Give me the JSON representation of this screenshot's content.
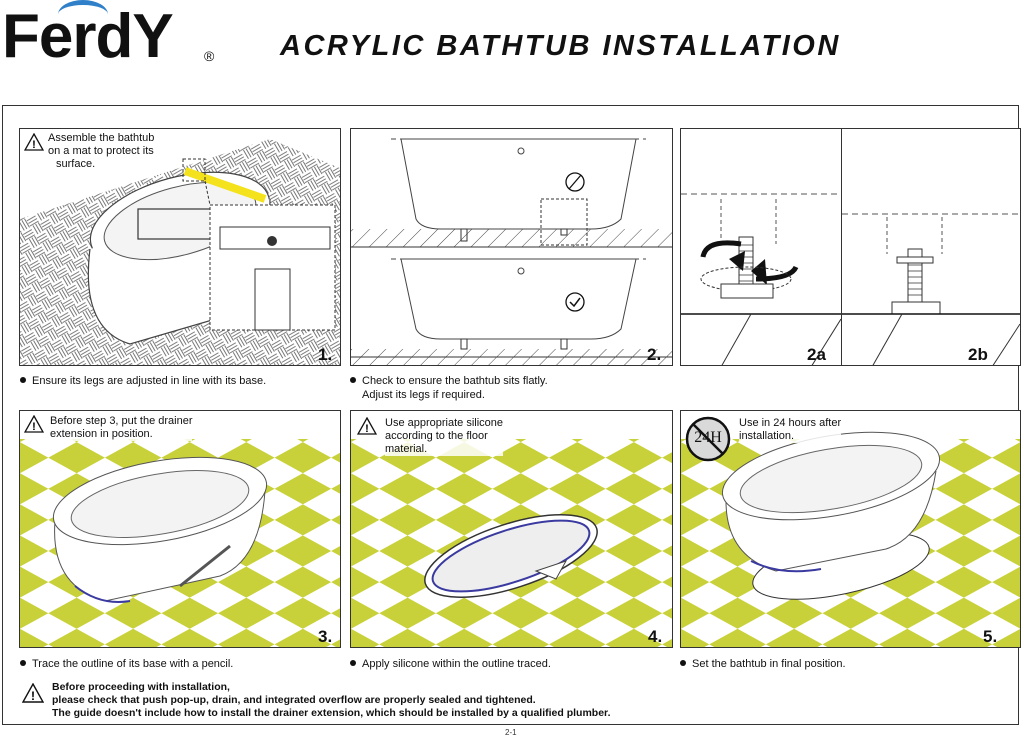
{
  "header": {
    "brand": "FerdY",
    "registered": "®",
    "title": "ACRYLIC BATHTUB INSTALLATION"
  },
  "steps": {
    "s1": {
      "number": "1.",
      "note": [
        "Assemble the bathtub",
        "on a mat to protect its",
        "surface."
      ],
      "caption": "Ensure its legs are adjusted in line with its base."
    },
    "s2": {
      "number": "2.",
      "caption": [
        "Check to ensure the bathtub sits flatly.",
        "Adjust its legs if required."
      ]
    },
    "s2a": {
      "number": "2a"
    },
    "s2b": {
      "number": "2b"
    },
    "s3": {
      "number": "3.",
      "note": [
        "Before step 3, put the drainer",
        "extension in position."
      ],
      "caption": "Trace the outline of its base with a pencil."
    },
    "s4": {
      "number": "4.",
      "note": [
        "Use appropriate silicone",
        "according to the floor",
        "material."
      ],
      "caption": "Apply silicone within the outline traced."
    },
    "s5": {
      "number": "5.",
      "note": [
        "Use in 24 hours after",
        "installation."
      ],
      "badge": "24H",
      "caption": "Set the bathtub in final position."
    }
  },
  "footer": {
    "lines": [
      "Before proceeding with installation,",
      "please check that push pop-up, drain, and integrated overflow are properly sealed and tightened.",
      "The guide doesn't include how to install the drainer extension, which should be installed by a qualified plumber."
    ],
    "page": "2-1"
  },
  "colors": {
    "tile": "#c9d13a",
    "accent": "#f4e21c",
    "logo_arc": "#2f7fc9",
    "seal": "#3a3aa0"
  }
}
